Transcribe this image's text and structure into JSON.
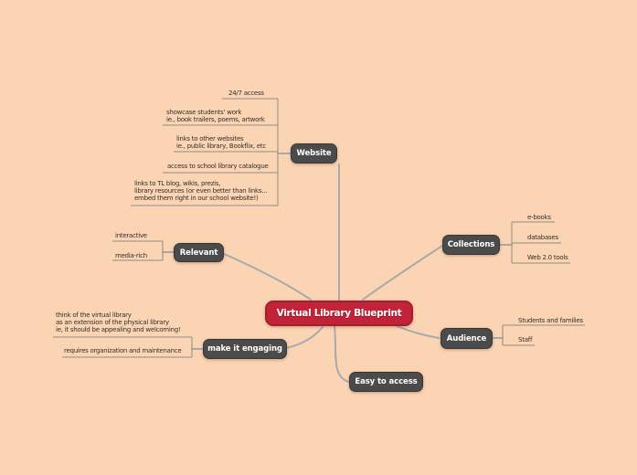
{
  "colors": {
    "background": "#fbd4b4",
    "central_fill": "#c12438",
    "central_border": "#a61d30",
    "branch_fill": "#4b4b4b",
    "connector": "#a7aaad",
    "bracket": "#8f8b84",
    "leaf_text": "#33302b"
  },
  "central": {
    "label": "Virtual Library Blueprint"
  },
  "branches": {
    "website": {
      "label": "Website",
      "children": [
        "24/7 access",
        "showcase students' work\nie., book trailers, poems, artwork",
        "links to other websites\nie., public library, Bookflix, etc",
        "access to school library catalogue",
        "links to TL blog, wikis, prezis,\nlibrary resources (or even better than links...\nembed them right in our school website!)"
      ]
    },
    "relevant": {
      "label": "Relevant",
      "children": [
        "interactive",
        "media-rich"
      ]
    },
    "collections": {
      "label": "Collections",
      "children": [
        "e-books",
        "databases",
        "Web 2.0 tools"
      ]
    },
    "audience": {
      "label": "Audience",
      "children": [
        "Students and families",
        "Staff"
      ]
    },
    "engaging": {
      "label": "make it engaging",
      "children": [
        "think of the virtual library\nas an extension of the physical library\nie, it should be appealing and welcoming!",
        "requires organization and maintenance"
      ]
    },
    "easy": {
      "label": "Easy to access",
      "children": []
    }
  }
}
